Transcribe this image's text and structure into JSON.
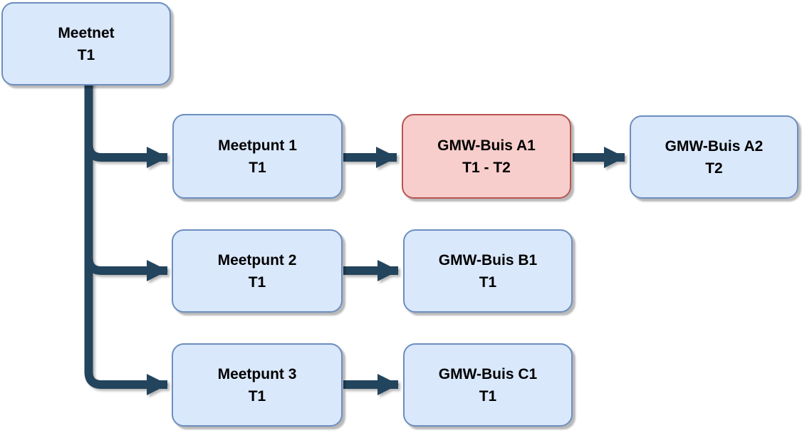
{
  "diagram": {
    "nodes": [
      {
        "id": "meetnet",
        "label": "Meetnet",
        "period": "T1",
        "type": "blue"
      },
      {
        "id": "meetpunt-1",
        "label": "Meetpunt 1",
        "period": "T1",
        "type": "blue"
      },
      {
        "id": "gmw-buis-a1",
        "label": "GMW-Buis A1",
        "period": "T1 - T2",
        "type": "red"
      },
      {
        "id": "gmw-buis-a2",
        "label": "GMW-Buis A2",
        "period": "T2",
        "type": "blue"
      },
      {
        "id": "meetpunt-2",
        "label": "Meetpunt 2",
        "period": "T1",
        "type": "blue"
      },
      {
        "id": "gmw-buis-b1",
        "label": "GMW-Buis B1",
        "period": "T1",
        "type": "blue"
      },
      {
        "id": "meetpunt-3",
        "label": "Meetpunt 3",
        "period": "T1",
        "type": "blue"
      },
      {
        "id": "gmw-buis-c1",
        "label": "GMW-Buis C1",
        "period": "T1",
        "type": "blue"
      }
    ],
    "edges": [
      {
        "from": "meetnet",
        "to": "meetpunt-1"
      },
      {
        "from": "meetnet",
        "to": "meetpunt-2"
      },
      {
        "from": "meetnet",
        "to": "meetpunt-3"
      },
      {
        "from": "meetpunt-1",
        "to": "gmw-buis-a1"
      },
      {
        "from": "gmw-buis-a1",
        "to": "gmw-buis-a2"
      },
      {
        "from": "meetpunt-2",
        "to": "gmw-buis-b1"
      },
      {
        "from": "meetpunt-3",
        "to": "gmw-buis-c1"
      }
    ],
    "colors": {
      "blue_fill": "#DAE8FC",
      "blue_border": "#6C8EBF",
      "red_fill": "#F8CECC",
      "red_border": "#B85450",
      "arrow": "#23445D",
      "text": "#000000"
    }
  }
}
